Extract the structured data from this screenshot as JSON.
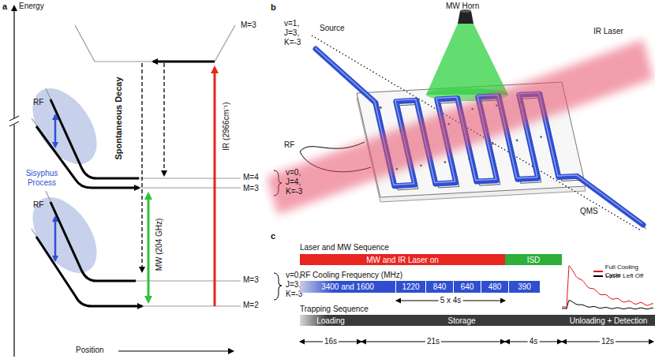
{
  "diagram": {
    "nodes": [
      {
        "text": [
          "MW and IR Laser on"
        ]
      },
      {
        "text": [
          "ISD"
        ]
      },
      {
        "text": [
          "3400 and 1600"
        ]
      },
      {
        "text": [
          "1220"
        ]
      },
      {
        "text": [
          "840"
        ]
      },
      {
        "text": [
          "640"
        ]
      },
      {
        "text": [
          "480"
        ]
      },
      {
        "text": [
          "390"
        ]
      },
      {
        "text": [
          "Loading"
        ]
      },
      {
        "text": [
          "Storage"
        ]
      },
      {
        "text": [
          "Unloading + Detection"
        ]
      }
    ],
    "labels": [
      "a",
      "Energy",
      "M=3",
      "v=1,",
      "J=3,",
      "K=-3",
      "Spontaneous Decay",
      "IR (2966cm⁻¹)",
      "RF",
      "M=4",
      "M=3",
      "v=0,",
      "J=4,",
      "K=-3",
      "Sisyphus Process",
      "MW (204 GHz)",
      "RF",
      "M=3",
      "M=2",
      "v=0,",
      "J=3,",
      "K=-3",
      "Position",
      "b",
      "MW Horn",
      "Source",
      "IR Laser",
      "RF",
      "QMS",
      "c",
      "Laser and MW Sequence",
      "RF Cooling Frequency (MHz)",
      "5 x 4s",
      "Trapping Sequence",
      "16s",
      "21s",
      "4s",
      "12s"
    ],
    "legend": [
      {
        "text": "Full Cooling Cycle",
        "color": "#e01010"
      },
      {
        "text": "Laser Left Off",
        "color": "#000000"
      }
    ]
  }
}
